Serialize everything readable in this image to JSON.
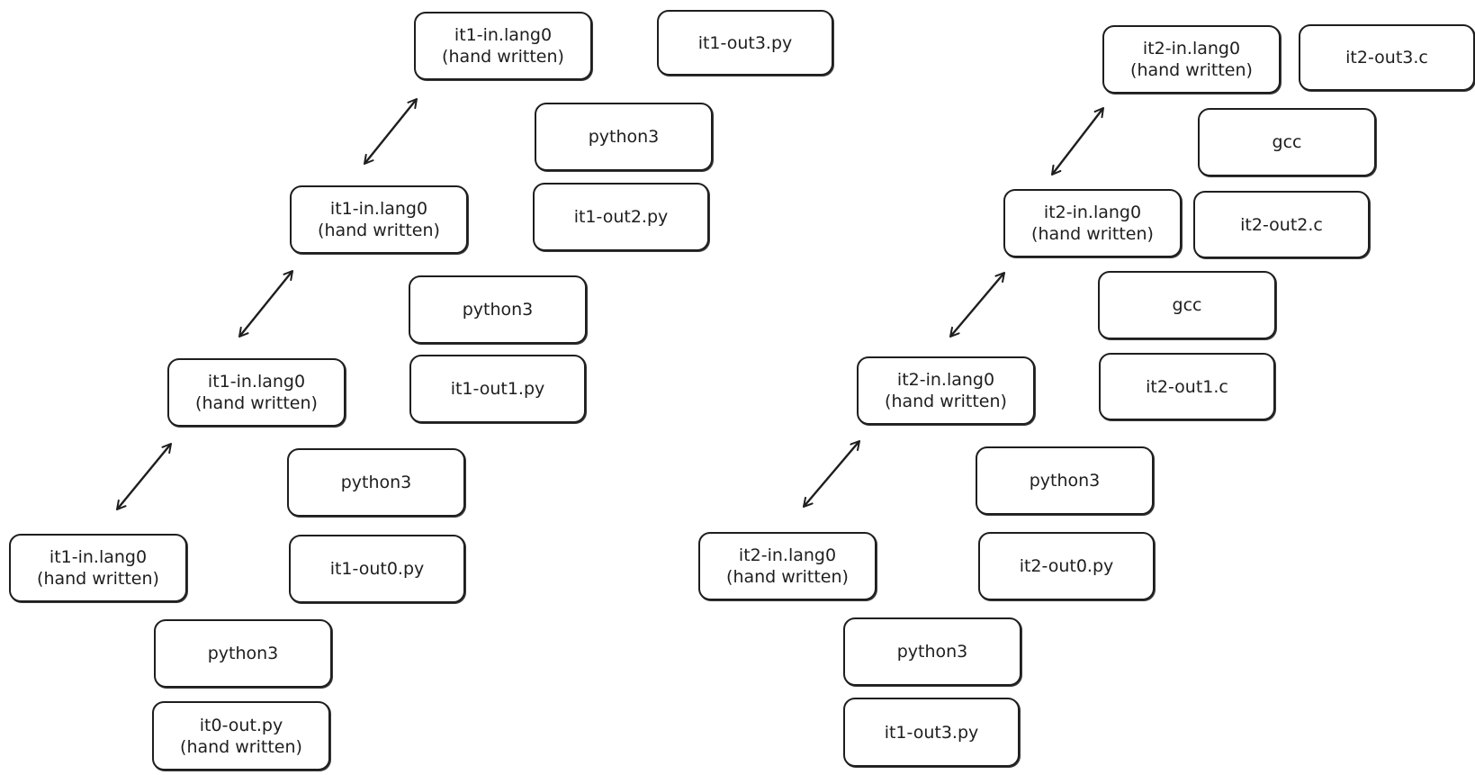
{
  "labels": {
    "in_name": "it1-in.lang0",
    "in_name_2": "it2-in.lang0",
    "hand_written": "(hand written)",
    "python3": "python3",
    "gcc": "gcc",
    "it0_out": "it0-out.py",
    "it1_out0": "it1-out0.py",
    "it1_out1": "it1-out1.py",
    "it1_out2": "it1-out2.py",
    "it1_out3": "it1-out3.py",
    "it2_out0": "it2-out0.py",
    "it2_out1": "it2-out1.c",
    "it2_out2": "it2-out2.c",
    "it2_out3": "it2-out3.c"
  },
  "colors": {
    "stroke": "#1e1e1e",
    "background": "#ffffff"
  }
}
